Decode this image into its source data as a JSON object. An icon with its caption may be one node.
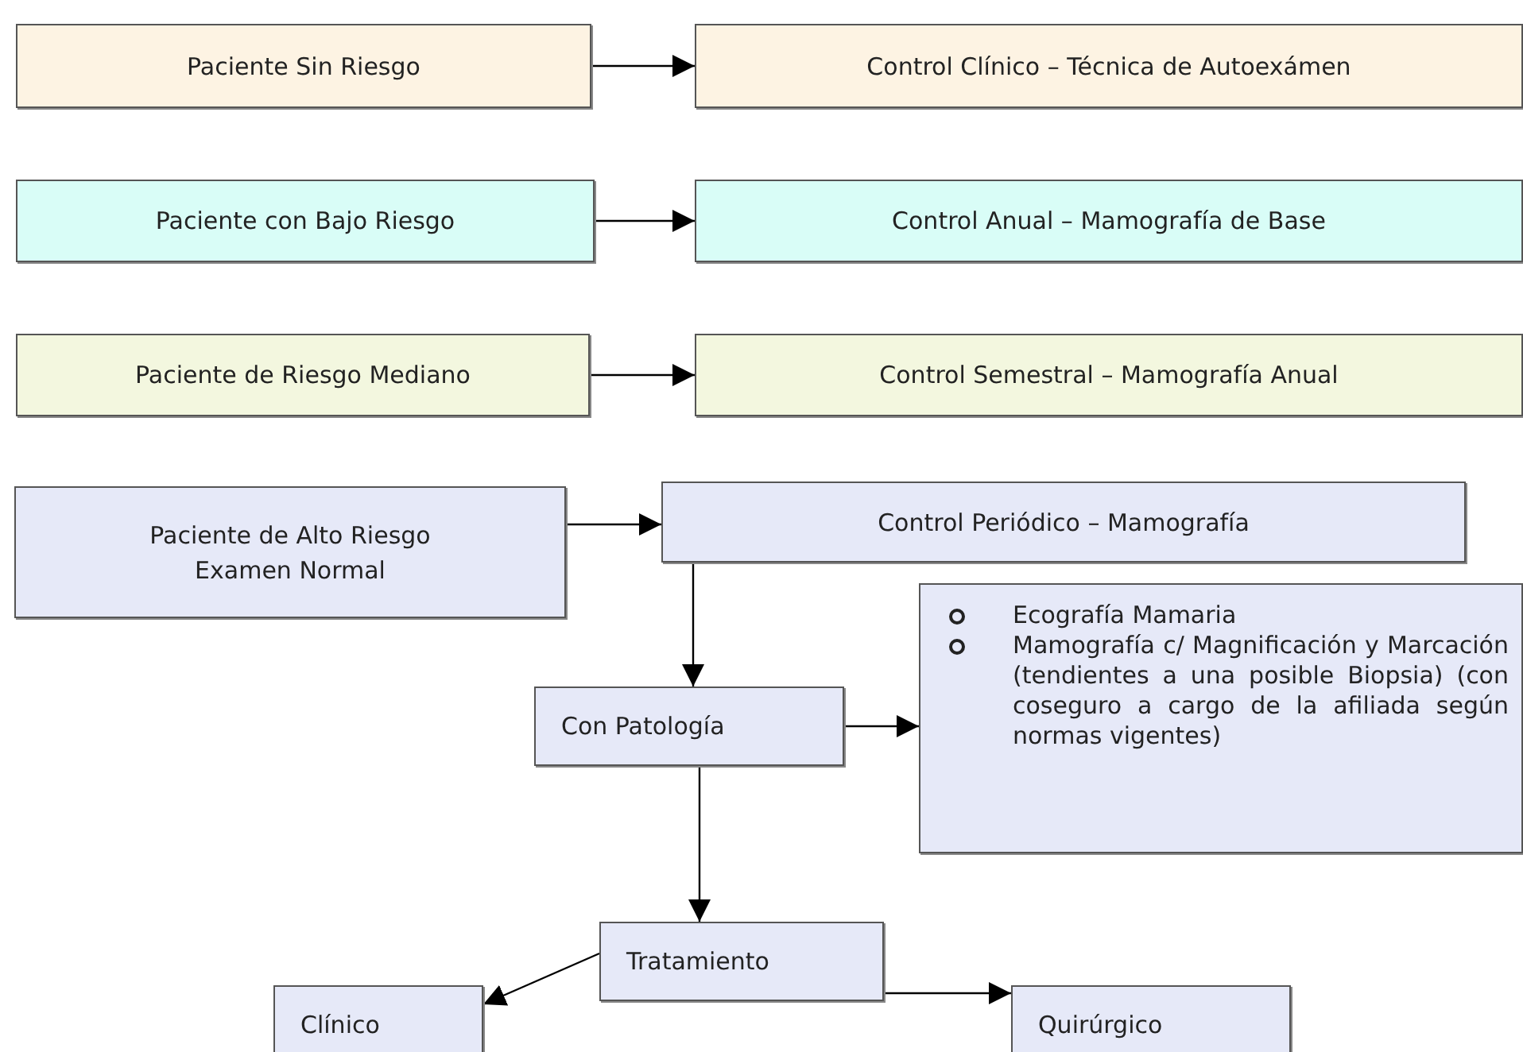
{
  "diagram": {
    "nodes": [
      {
        "text": [
          "Paciente Sin Riesgo"
        ]
      },
      {
        "text": [
          "Control Clínico – Técnica de Autoexámen"
        ]
      },
      {
        "text": [
          "Paciente con Bajo Riesgo"
        ]
      },
      {
        "text": [
          "Control Anual – Mamografía de Base"
        ]
      },
      {
        "text": [
          "Paciente de Riesgo Mediano"
        ]
      },
      {
        "text": [
          "Control Semestral – Mamografía Anual"
        ]
      },
      {
        "text": [
          "Paciente de Alto Riesgo Examen Normal"
        ]
      },
      {
        "text": [
          "Control Periódico – Mamografía"
        ]
      },
      {
        "text": [
          "Con Patología"
        ]
      },
      {
        "text": [
          "Ecografía Mamaria",
          "Mamografía c/ Magnificación y Marcación (tendientes a una posible Biopsia) (con coseguro a cargo de la afiliada según normas vigentes)"
        ]
      },
      {
        "text": [
          "Tratamiento"
        ]
      },
      {
        "text": [
          "Clínico"
        ]
      },
      {
        "text": [
          "Quirúrgico"
        ]
      }
    ],
    "edges": [
      {
        "from": 0,
        "to": 1,
        "arrow": "to"
      },
      {
        "from": 2,
        "to": 3,
        "arrow": "to"
      },
      {
        "from": 4,
        "to": 5,
        "arrow": "to"
      },
      {
        "from": 6,
        "to": 7,
        "arrow": "to"
      },
      {
        "from": 7,
        "to": 8,
        "arrow": "to"
      },
      {
        "from": 8,
        "to": 9,
        "arrow": "to"
      },
      {
        "from": 8,
        "to": 10,
        "arrow": "to"
      },
      {
        "from": 10,
        "to": 11,
        "arrow": "to"
      },
      {
        "from": 10,
        "to": 12,
        "arrow": "to"
      }
    ]
  }
}
